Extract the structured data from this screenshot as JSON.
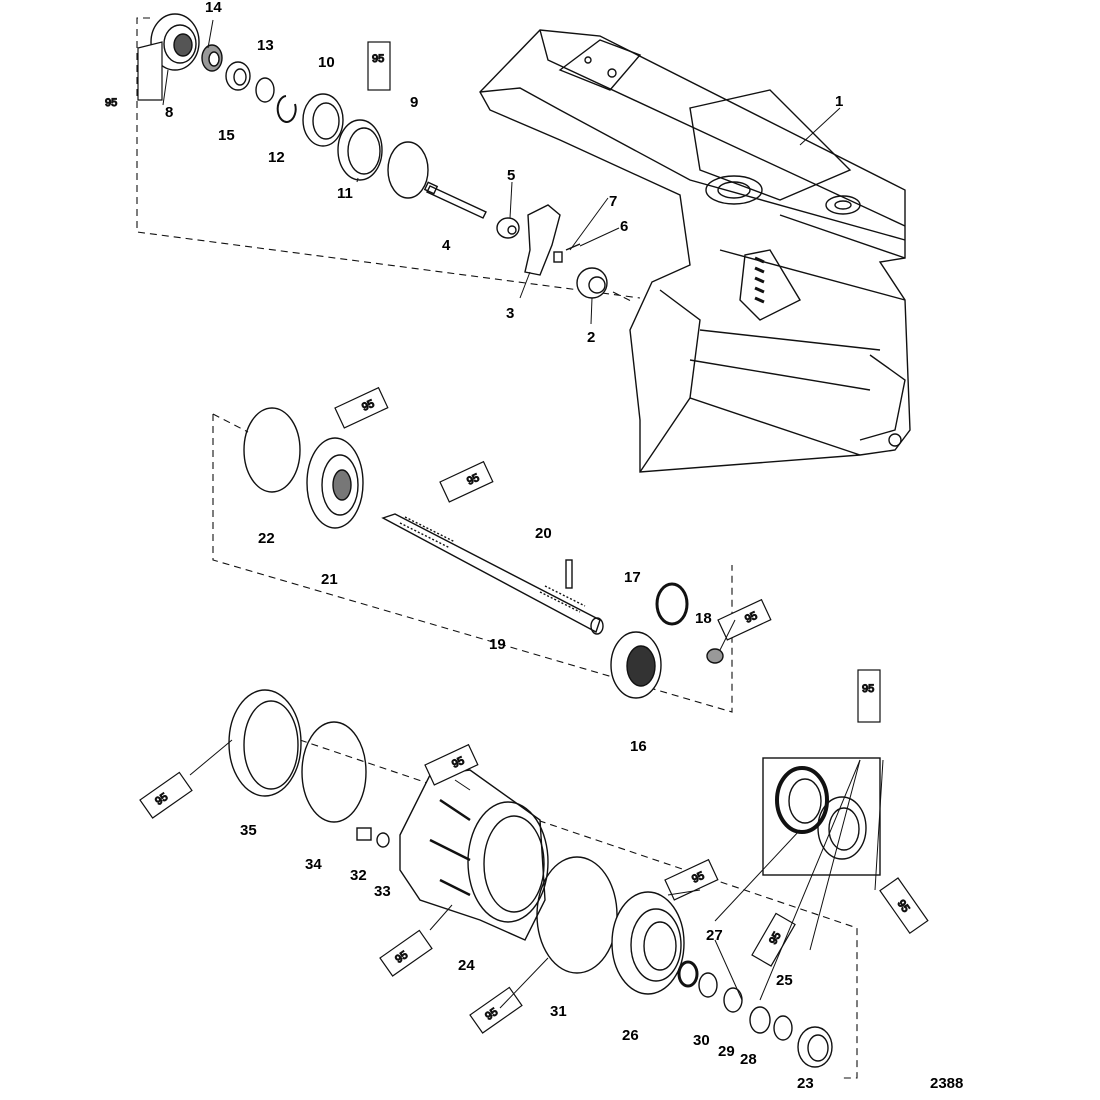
{
  "figure_number": "2388",
  "sealant_code": "95",
  "part_labels": [
    "1",
    "2",
    "3",
    "4",
    "5",
    "6",
    "7",
    "8",
    "9",
    "10",
    "11",
    "12",
    "13",
    "14",
    "15",
    "16",
    "17",
    "18",
    "19",
    "20",
    "21",
    "22",
    "23",
    "24",
    "25",
    "26",
    "27",
    "28",
    "29",
    "30",
    "31",
    "32",
    "33",
    "34",
    "35"
  ]
}
